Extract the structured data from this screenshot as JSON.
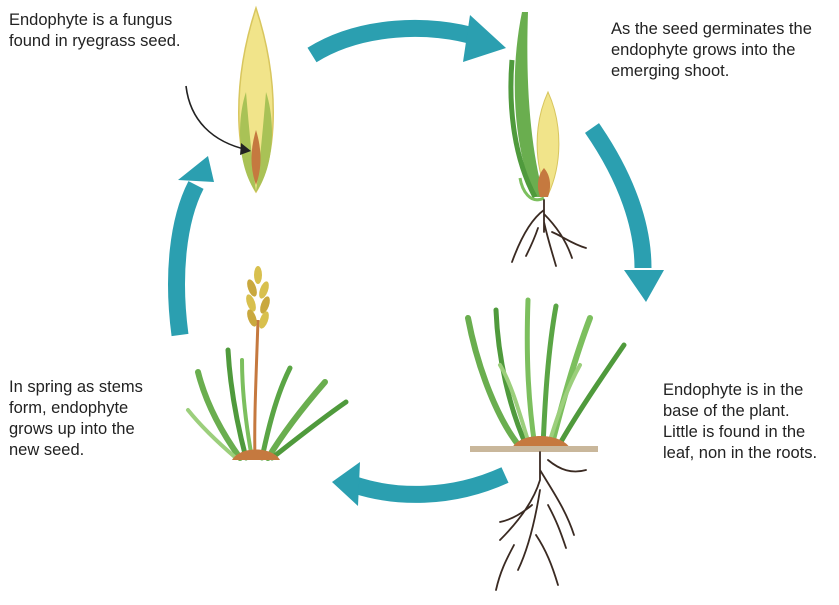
{
  "diagram": {
    "captions": {
      "seed": "Endophyte is a fungus\nfound in ryegrass seed.",
      "germination": "As the seed germinates the\nendophyte grows into the\nemerging shoot.",
      "plant": "Endophyte is in the\nbase of the plant.\nLittle is found in the\nleaf, non in the roots.",
      "spring": "In spring as stems\nform, endophyte\ngrows up into the\nnew seed."
    },
    "colors": {
      "cycle_arrow": "#2b9fb0",
      "seed_yellow": "#f1e48a",
      "leaf_green": "#7cbf5e",
      "leaf_dark": "#4f9a3c",
      "endophyte_brown": "#c5793f",
      "root_dark": "#3a2a22",
      "ground": "#c9b79b"
    }
  }
}
